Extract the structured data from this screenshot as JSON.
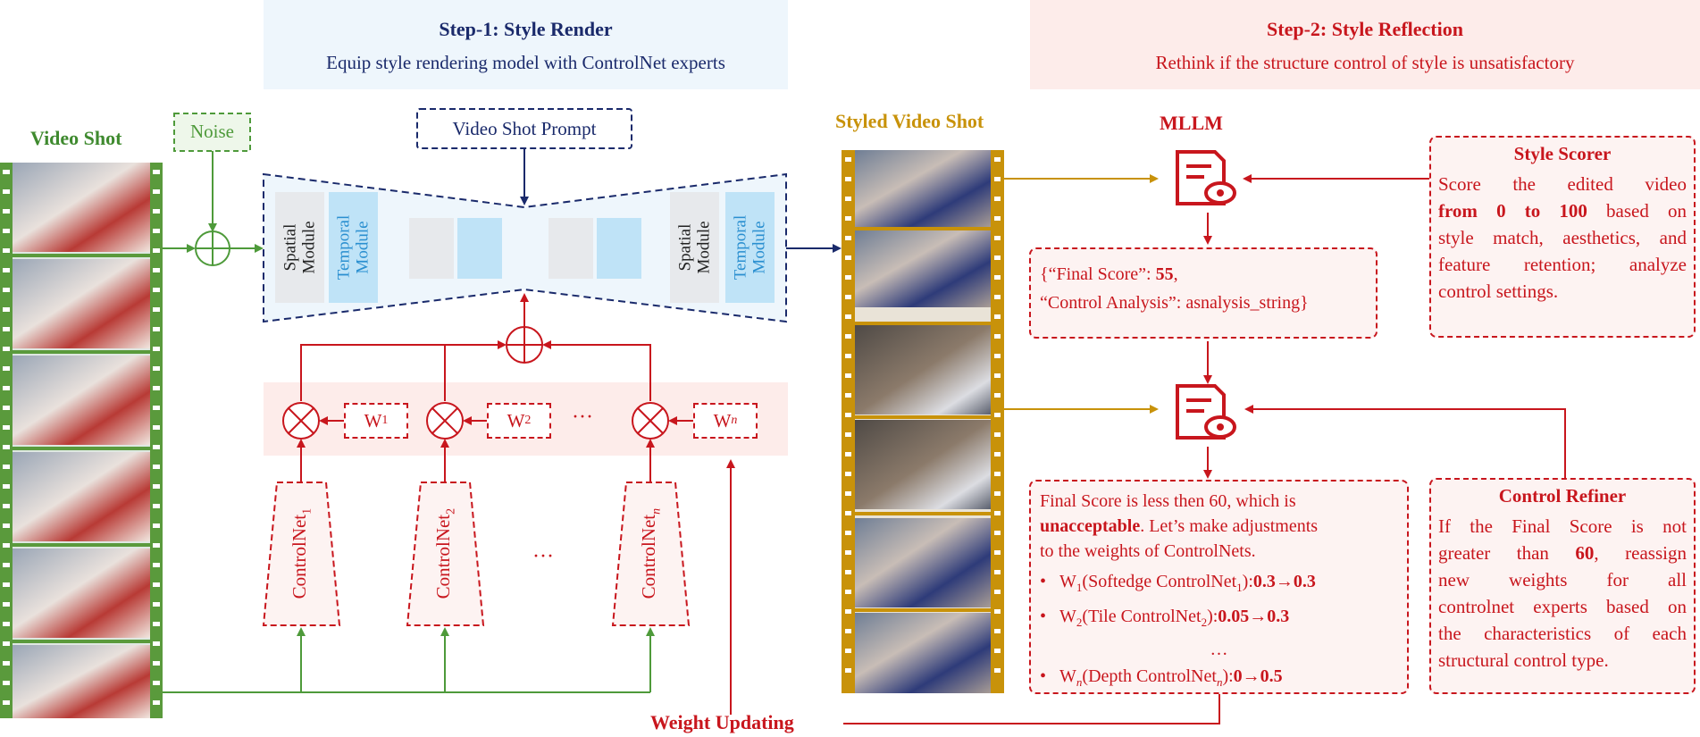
{
  "step1": {
    "title": "Step-1: Style Render",
    "subtitle": "Equip style rendering model with ControlNet experts"
  },
  "step2": {
    "title": "Step-2:  Style Reflection",
    "subtitle": "Rethink if the structure control of style is unsatisfactory"
  },
  "video_shot_label": "Video Shot",
  "noise_label": "Noise",
  "prompt_label": "Video Shot Prompt",
  "unet": {
    "spatial_module": "Spatial\nModule",
    "temporal_module": "Temporal\nModule"
  },
  "weights": {
    "w1": "W",
    "w1_sub": "1",
    "w2": "W",
    "w2_sub": "2",
    "wn": "W",
    "wn_sub": "n",
    "ellipsis": "···"
  },
  "controlnets": {
    "c1": "ControlNet",
    "c1_sub": "1",
    "c2": "ControlNet",
    "c2_sub": "2",
    "cn": "ControlNet",
    "cn_sub": "n",
    "ellipsis": "···"
  },
  "styled_video_shot_label": "Styled Video Shot",
  "mllm_label": "MLLM",
  "score_output": {
    "line1_prefix": "{“Final Score”: ",
    "line1_value": "55",
    "line1_suffix": ",",
    "line2": "“Control Analysis”: asnalysis_string}"
  },
  "style_scorer": {
    "title": "Style Scorer",
    "text_a": "Score the edited video",
    "text_b_bold": "from 0 to 100",
    "text_b_rest": " based on",
    "text_c": "style match, aesthetics, and",
    "text_d": "feature retention; analyze",
    "text_e": "control settings."
  },
  "adjustment": {
    "line1": "Final Score is less then 60, which is",
    "line2_bold": "unacceptable",
    "line2_rest": ". Let’s make adjustments",
    "line3": "to the weights of ControlNets.",
    "bullet1_label": "W",
    "bullet1_sub": "1",
    "bullet1_mid": "(Softedge ControlNet",
    "bullet1_sub2": "1",
    "bullet1_end": "):",
    "bullet1_value": "0.3→0.3",
    "bullet2_label": "W",
    "bullet2_sub": "2",
    "bullet2_mid": "(Tile ControlNet",
    "bullet2_sub2": "2",
    "bullet2_end": "):",
    "bullet2_value": "0.05→0.3",
    "ellipsis": "…",
    "bullet3_label": "W",
    "bullet3_sub": "n",
    "bullet3_mid": "(Depth ControlNet",
    "bullet3_sub2": "n",
    "bullet3_end": "):",
    "bullet3_value": "0→0.5"
  },
  "control_refiner": {
    "title": "Control Refiner",
    "line1": "If the Final Score is not",
    "line2_a": "greater than ",
    "line2_bold": "60",
    "line2_b": ", reassign",
    "line3": "new weights for all",
    "line4": "controlnet experts based on",
    "line5": "the characteristics of each",
    "line6": "structural control type."
  },
  "weight_updating_label": "Weight Updating",
  "colors": {
    "red": "#c8161d",
    "green": "#4e9a3a",
    "navy": "#1a2a6b",
    "gold": "#c8920a",
    "light_blue": "#bfe3f7",
    "light_gray": "#e7e9ec"
  }
}
